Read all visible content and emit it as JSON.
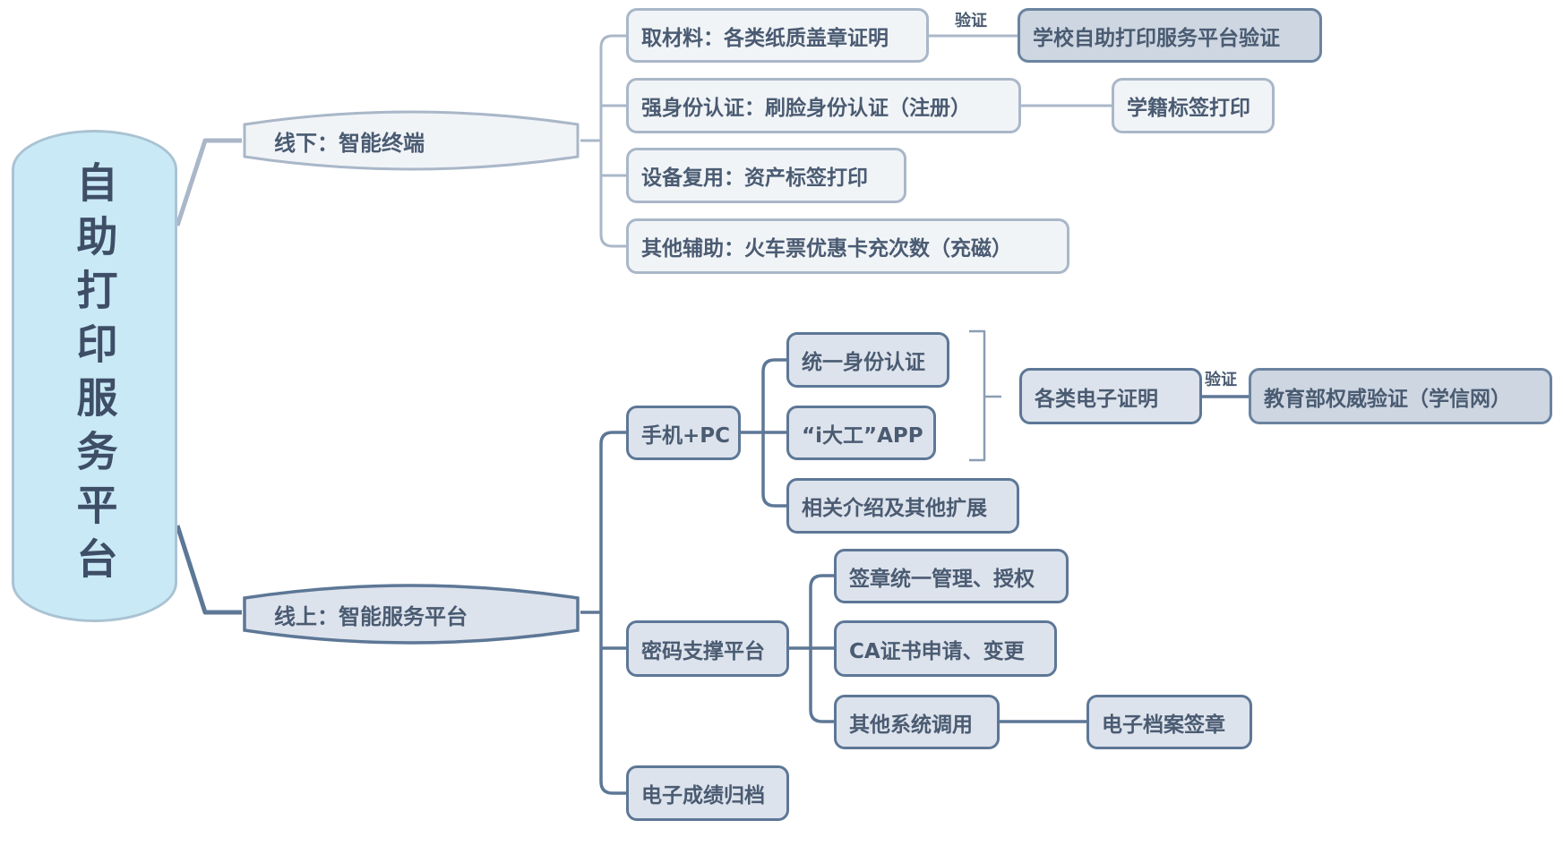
{
  "root": {
    "title": "自助打印服务平台"
  },
  "offline": {
    "label": "线下：智能终端",
    "items": [
      {
        "label": "取材料：各类纸质盖章证明",
        "edge_label": "验证",
        "child": "学校自助打印服务平台验证"
      },
      {
        "label": "强身份认证：刷脸身份认证（注册）",
        "child": "学籍标签打印"
      },
      {
        "label": "设备复用：资产标签打印"
      },
      {
        "label": "其他辅助：火车票优惠卡充次数（充磁）"
      }
    ]
  },
  "online": {
    "label": "线上：智能服务平台",
    "mobile": {
      "label": "手机+PC",
      "children": [
        "统一身份认证",
        "“i大工”APP",
        "相关介绍及其他扩展"
      ],
      "group_target": "各类电子证明",
      "edge_label": "验证",
      "verify_target": "教育部权威验证（学信网）"
    },
    "crypto": {
      "label": "密码支撑平台",
      "children": [
        "签章统一管理、授权",
        "CA证书申请、变更",
        "其他系统调用"
      ],
      "sub_child": "电子档案签章"
    },
    "archive": {
      "label": "电子成绩归档"
    }
  },
  "colors": {
    "line": "#5d7796",
    "light_line": "#a9b7c8",
    "root_fill": "#c9e9f6"
  }
}
